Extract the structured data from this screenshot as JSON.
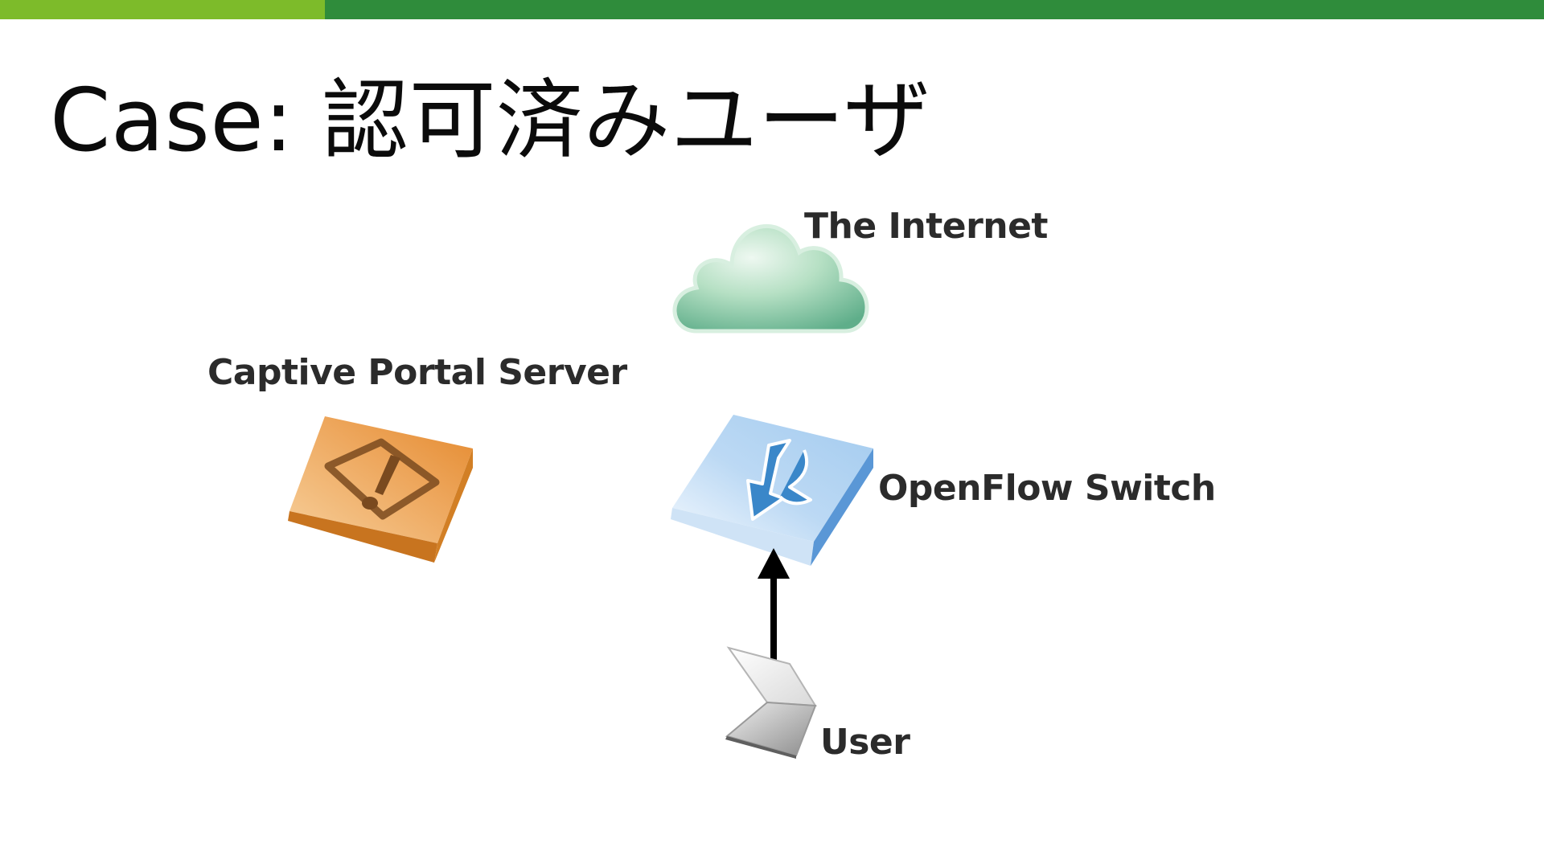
{
  "slide": {
    "title": "Case: 認可済みユーザ"
  },
  "theme": {
    "bar_light": "#7dbb2a",
    "bar_dark": "#2f8c3b",
    "cloud": "#8ccaa6",
    "server": "#e89a45",
    "switch": "#9fc7ee",
    "arrow": "#000000"
  },
  "diagram": {
    "nodes": {
      "internet": {
        "label": "The Internet",
        "icon": "cloud-icon"
      },
      "portal": {
        "label": "Captive Portal Server",
        "icon": "warning-server-icon"
      },
      "switch": {
        "label": "OpenFlow Switch",
        "icon": "openflow-switch-icon"
      },
      "user": {
        "label": "User",
        "icon": "laptop-icon"
      }
    },
    "edges": [
      {
        "from": "User",
        "to": "OpenFlow Switch"
      }
    ]
  }
}
